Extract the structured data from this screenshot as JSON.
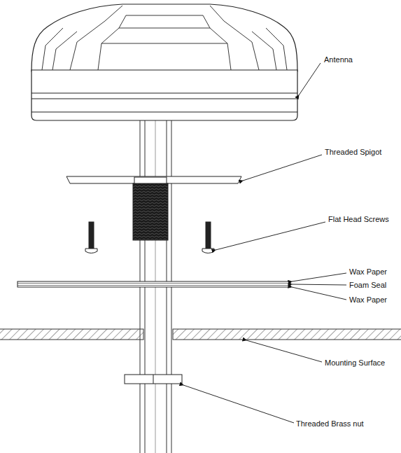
{
  "diagram": {
    "labels": [
      "Antenna",
      "Threaded Spigot",
      "Flat Head Screws",
      "Wax Paper",
      "Foam Seal",
      "Wax Paper",
      "Mounting Surface",
      "Threaded Brass nut"
    ]
  }
}
